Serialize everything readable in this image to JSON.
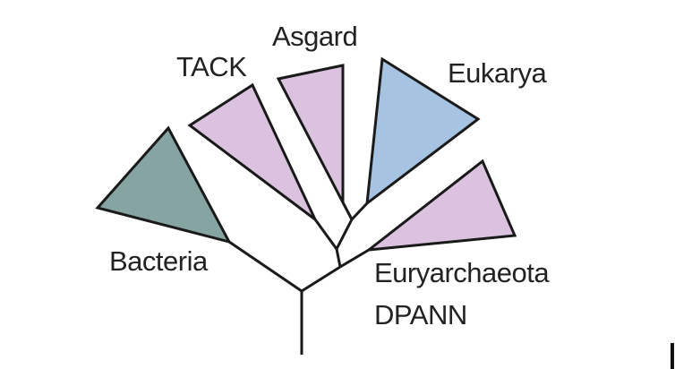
{
  "diagram": {
    "type": "phylogenetic-tree",
    "labels": {
      "bacteria": "Bacteria",
      "tack": "TACK",
      "asgard": "Asgard",
      "eukarya": "Eukarya",
      "euryarchaeota": "Euryarchaeota",
      "dpann": "DPANN"
    },
    "colors": {
      "bacteria": "#86a5a2",
      "archaea": "#dbc3e0",
      "eukarya": "#a6c3e2",
      "stroke": "#1a1a1a",
      "text": "#222222"
    },
    "clades": [
      {
        "name": "Bacteria",
        "fill": "#86a5a2"
      },
      {
        "name": "TACK",
        "fill": "#dbc3e0"
      },
      {
        "name": "Asgard",
        "fill": "#dbc3e0"
      },
      {
        "name": "Eukarya",
        "fill": "#a6c3e2"
      },
      {
        "name": "Euryarchaeota / DPANN",
        "fill": "#dbc3e0"
      }
    ]
  }
}
